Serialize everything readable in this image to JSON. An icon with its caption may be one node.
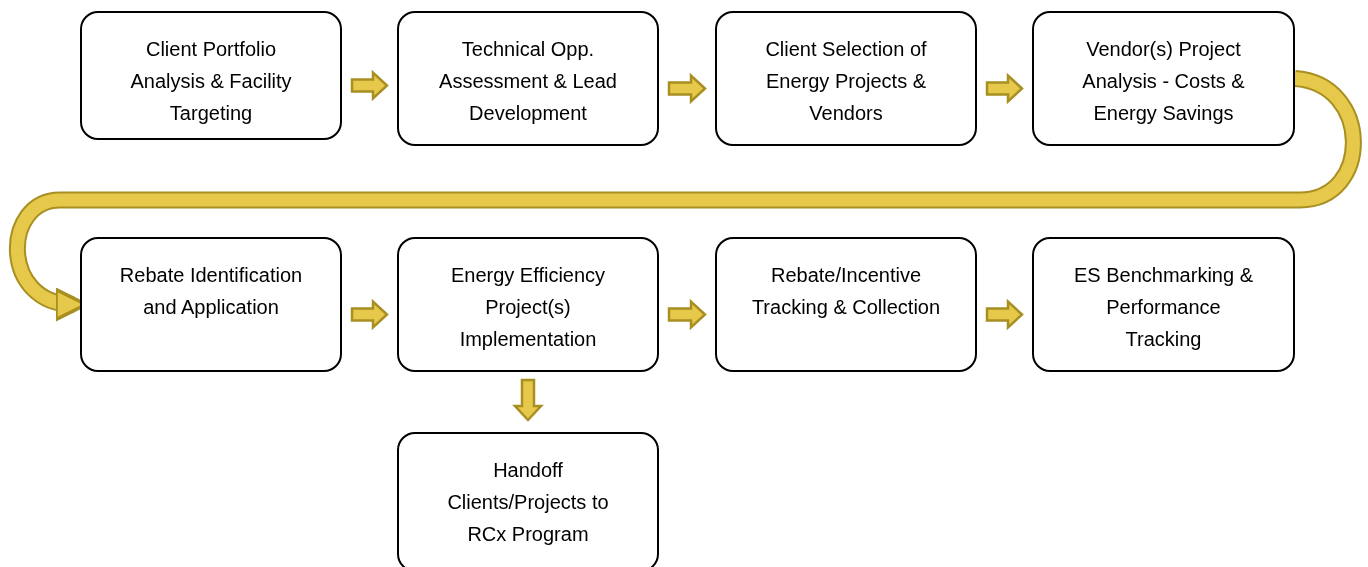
{
  "diagram": {
    "nodes": [
      {
        "text": [
          "Client Portfolio Analysis & Facility Targeting"
        ]
      },
      {
        "text": [
          "Technical Opp. Assessment & Lead Development"
        ]
      },
      {
        "text": [
          "Client Selection of Energy Projects & Vendors"
        ]
      },
      {
        "text": [
          "Vendor(s) Project Analysis - Costs & Energy Savings"
        ]
      },
      {
        "text": [
          "Rebate Identification and Application"
        ]
      },
      {
        "text": [
          "Energy Efficiency Project(s) Implementation"
        ]
      },
      {
        "text": [
          "Rebate/Incentive Tracking & Collection"
        ]
      },
      {
        "text": [
          "ES Benchmarking & Performance Tracking"
        ]
      },
      {
        "text": [
          "Handoff Clients/Projects to RCx Program"
        ]
      }
    ],
    "edges": [
      {
        "from": 0,
        "to": 1,
        "arrow": "to"
      },
      {
        "from": 1,
        "to": 2,
        "arrow": "to"
      },
      {
        "from": 2,
        "to": 3,
        "arrow": "to"
      },
      {
        "from": 3,
        "to": 4,
        "arrow": "to"
      },
      {
        "from": 4,
        "to": 5,
        "arrow": "to"
      },
      {
        "from": 5,
        "to": 6,
        "arrow": "to"
      },
      {
        "from": 6,
        "to": 7,
        "arrow": "to"
      },
      {
        "from": 5,
        "to": 8,
        "arrow": "to"
      }
    ]
  }
}
